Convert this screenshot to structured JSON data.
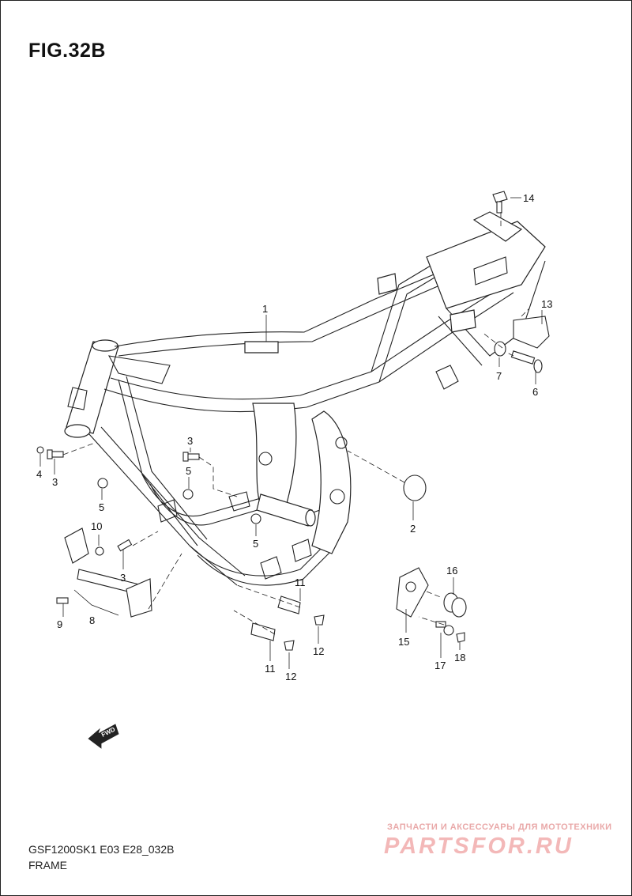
{
  "figure": {
    "title": "FIG.32B",
    "code": "GSF1200SK1 E03 E28_032B",
    "name": "FRAME"
  },
  "fwd_label": "FWD",
  "watermark": {
    "tagline": "ЗАПЧАСТИ И АКСЕССУАРЫ ДЛЯ МОТОТЕХНИКИ",
    "site": "PARTSFOR.RU"
  },
  "callouts": [
    {
      "id": "c1",
      "label": "1"
    },
    {
      "id": "c2",
      "label": "2"
    },
    {
      "id": "c3a",
      "label": "3"
    },
    {
      "id": "c3b",
      "label": "3"
    },
    {
      "id": "c3c",
      "label": "3"
    },
    {
      "id": "c4",
      "label": "4"
    },
    {
      "id": "c5a",
      "label": "5"
    },
    {
      "id": "c5b",
      "label": "5"
    },
    {
      "id": "c5c",
      "label": "5"
    },
    {
      "id": "c6",
      "label": "6"
    },
    {
      "id": "c7",
      "label": "7"
    },
    {
      "id": "c8",
      "label": "8"
    },
    {
      "id": "c9",
      "label": "9"
    },
    {
      "id": "c10",
      "label": "10"
    },
    {
      "id": "c11a",
      "label": "11"
    },
    {
      "id": "c11b",
      "label": "11"
    },
    {
      "id": "c12a",
      "label": "12"
    },
    {
      "id": "c12b",
      "label": "12"
    },
    {
      "id": "c13",
      "label": "13"
    },
    {
      "id": "c14",
      "label": "14"
    },
    {
      "id": "c15",
      "label": "15"
    },
    {
      "id": "c16",
      "label": "16"
    },
    {
      "id": "c17",
      "label": "17"
    },
    {
      "id": "c18",
      "label": "18"
    }
  ]
}
